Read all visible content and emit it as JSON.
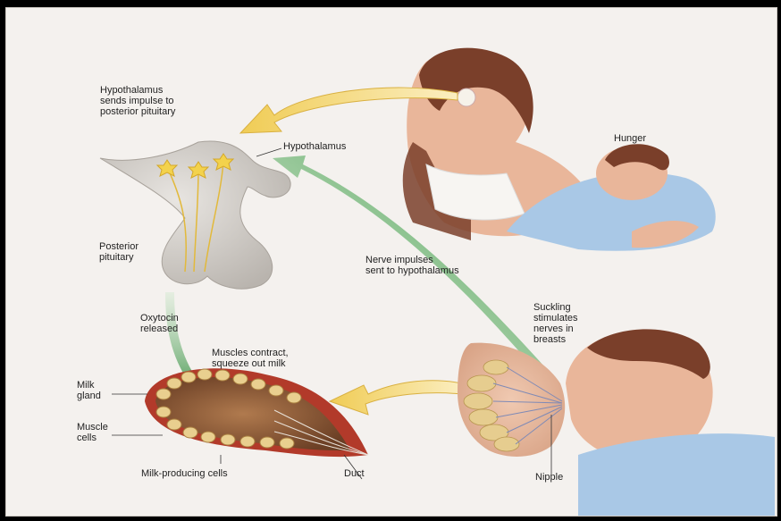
{
  "labels": {
    "hypothalamus_impulse": "Hypothalamus\nsends impulse to\nposterior pituitary",
    "hypothalamus": "Hypothalamus",
    "posterior_pituitary": "Posterior\npituitary",
    "hunger": "Hunger",
    "nerve_impulses": "Nerve impulses\nsent to hypothalamus",
    "suckling": "Suckling\nstimulates\nnerves in\nbreasts",
    "oxytocin": "Oxytocin\nreleased",
    "muscles_contract": "Muscles contract,\nsqueeze out milk",
    "milk_gland": "Milk\ngland",
    "muscle_cells": "Muscle\ncells",
    "milk_producing_cells": "Milk-producing cells",
    "duct": "Duct",
    "nipple": "Nipple"
  },
  "colors": {
    "yellow_arrow": "#f3d26a",
    "green_arrow": "#3e9a4a",
    "gland_outer": "#b23a2a",
    "gland_inner": "#8a5a3a",
    "cell_fill": "#e9cf8f",
    "pituitary": "#cfcbc6",
    "blanket": "#a9c8e6",
    "skin": "#e9b69a",
    "hair": "#7a3f2a"
  }
}
